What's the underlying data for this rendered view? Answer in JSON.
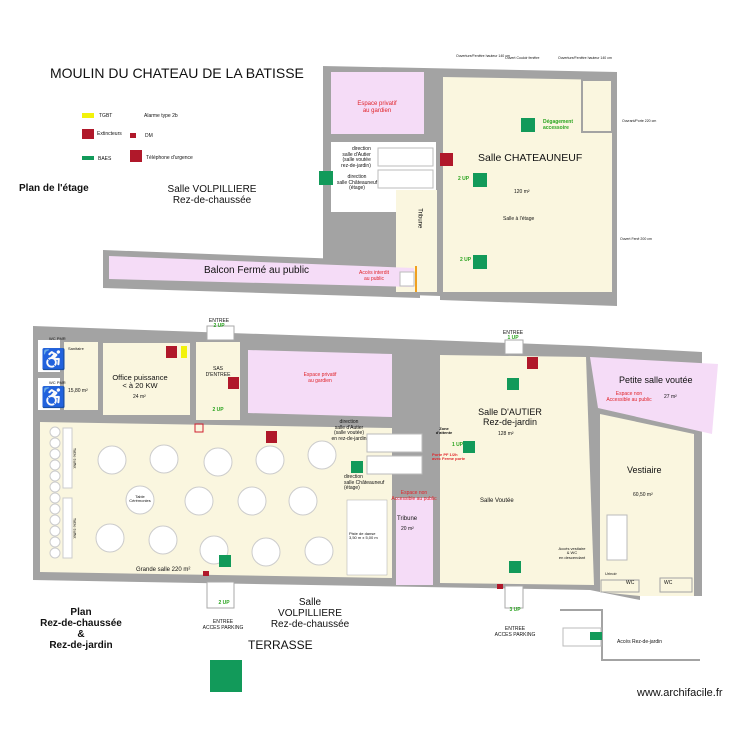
{
  "title": "MOULIN DU CHATEAU DE LA BATISSE",
  "legend": [
    {
      "icon": "tgbt-icon",
      "label": "TGBT",
      "color": "#f2f20a"
    },
    {
      "icon": "extinguisher-icon",
      "label": "Extincteurs",
      "color": "#b0182a"
    },
    {
      "icon": "exit-light-icon",
      "label": "BAES",
      "color": "#129a5a"
    },
    {
      "icon": "alarm-icon",
      "label": "Alarme type 2b",
      "color": "#d02030"
    },
    {
      "icon": "manual-call-point-icon",
      "label": "DM",
      "color": "#b0182a"
    },
    {
      "icon": "emergency-phone-icon",
      "label": "Téléphone d'urgence",
      "color": "#b0182a"
    }
  ],
  "upper": {
    "plan_label": "Plan de l'étage",
    "volpilliere": "Salle VOLPILLIERE\nRez-de-chaussée",
    "espace_prive": "Espace privatif\nau gardien",
    "direction_autier": "direction\nsalle d'Autier\n(salle voutée\nrez-de-jardin)",
    "direction_chateauneuf": "direction\nsalle Châteauneuf\n(étage)",
    "tribune": "Tribune",
    "chateauneuf": "Salle CHATEAUNEUF",
    "area": "120 m²",
    "salle_etage": "Salle à l'étage",
    "degagement": "Dégagement\naccessoire",
    "up1": "2 UP",
    "up2": "2 UP",
    "balcon": "Balcon Fermé au public",
    "acces_interdit": "Accès interdit\nau public",
    "window_notes": [
      "Ouverture/Fenêtre hauteur 140 cm",
      "Ouvert Couloir fenêtre",
      "Ouverture/Fenêtre hauteur 140 cm",
      "Ouvrant/Porte 220 cm",
      "Ouvert Fenê 200 cm"
    ]
  },
  "lower": {
    "plan_label": "Plan\nRez-de-chaussée\n&\nRez-de-jardin",
    "volpilliere": "Salle\nVOLPILLIERE\nRez-de-chaussée",
    "terrasse": "TERRASSE",
    "entree_top": "ENTREE",
    "entree_top_up": "2 UP",
    "wc_pmr_1": "WC PMR",
    "wc_pmr_2": "WC PMR",
    "local": "Sanitaire",
    "local_area": "15,80 m²",
    "office": "Office puissance\n< à 20 KW",
    "office_area": "24 m²",
    "sas": "SAS\nD'ENTREE",
    "sas_up": "2 UP",
    "espace_prive": "Espace privatif\nau gardien",
    "direction_autier": "direction\nsalle d'Autier\n(salle voutée)\nen rez-de-jardin",
    "direction_chateauneuf": "direction\nsalle Châteauneuf\n(étage)",
    "espace_non_accessible": "Espace non\nAccessible au public",
    "tribune": "Tribune",
    "tribune_area": "20 m²",
    "table_ceremonies": "Table\nCérémonies",
    "piste": "Piste de danse\n3,50 m x 5,00 m",
    "grande_salle": "Grande salle   220 m²",
    "entree_parking": "ENTREE\nACCES PARKING",
    "entree_parking_up": "2 UP",
    "table_rect_1": "Table buffet",
    "table_rect_2": "Table buffet",
    "autier_entree": "ENTREE",
    "autier_entree_up": "1 UP",
    "zone_attente": "Zone\nd'attente",
    "portes_pf": "Porte PF 1/2h\navec Ferme porte",
    "autier_up": "1 UP",
    "autier": "Salle D'AUTIER\nRez-de-jardin",
    "autier_area": "128 m²",
    "salle_voutee": "Salle Voutée",
    "acces_vestiaire": "Accès vestiaire\n& WC\nen descendant",
    "autier_parking": "ENTREE\nACCES PARKING",
    "autier_parking_up": "3 UP",
    "petite_salle": "Petite salle voutée",
    "petite_non_acc": "Espace non\nAccessible au public",
    "petite_area": "27 m²",
    "vestiaire": "Vestiaire",
    "vestiaire_area": "60,50 m²",
    "urinoir": "Urinoir",
    "wc1": "WC",
    "wc2": "WC",
    "acces_jardin": "Accès Rez-de-jardin"
  },
  "watermark": "www.archifacile.fr",
  "colors": {
    "wall": "#a3a3a3",
    "room": "#faf6df",
    "private": "#f5dcf7",
    "exit": "#129a5a",
    "fire": "#b0182a"
  }
}
